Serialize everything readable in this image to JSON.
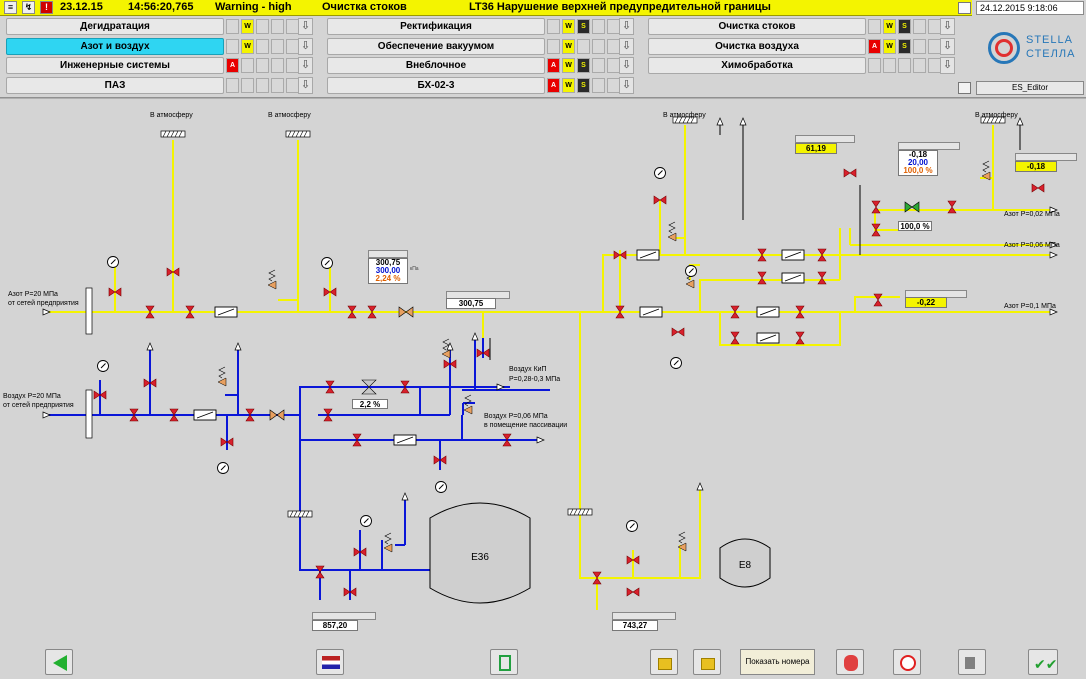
{
  "alarm": {
    "date": "23.12.15",
    "time": "14:56:20,765",
    "severity": "Warning - high",
    "area": "Очистка стоков",
    "message": "LT36 Нарушение верхней предупредительной границы"
  },
  "datetime": "24.12.2015 9:18:06",
  "editor_label": "ES_Editor",
  "logo": {
    "line1": "STELLA",
    "line2": "СТЕЛЛА"
  },
  "nav": {
    "c1": [
      {
        "label": "Дегидратация",
        "status": [
          "y"
        ]
      },
      {
        "label": "Азот и воздух",
        "status": [
          "y"
        ],
        "active": true
      },
      {
        "label": "Инженерные системы",
        "status": [
          "r"
        ]
      },
      {
        "label": "ПАЗ",
        "status": []
      }
    ],
    "c2": [
      {
        "label": "Ректификация",
        "status": [
          "y",
          "k"
        ]
      },
      {
        "label": "Обеспечение вакуумом",
        "status": [
          "y"
        ]
      },
      {
        "label": "Внеблочное",
        "status": [
          "r",
          "y",
          "k"
        ]
      },
      {
        "label": "БХ-02-3",
        "status": [
          "r",
          "y",
          "k"
        ]
      }
    ],
    "c3": [
      {
        "label": "Очистка стоков",
        "status": [
          "y",
          "k"
        ]
      },
      {
        "label": "Очистка воздуха",
        "status": [
          "r",
          "y",
          "k"
        ]
      },
      {
        "label": "Химобработка",
        "status": []
      }
    ]
  },
  "status_letters": {
    "y": "W",
    "r": "A",
    "k": "S"
  },
  "scheme": {
    "atm": "В атмосферу",
    "n2_in_1": "Азот Р=20 МПа",
    "n2_in_2": "от сетей предприятия",
    "air_in_1": "Воздух Р=20 МПа",
    "air_in_2": "от сетей предприятия",
    "kip_1": "Воздух КиП",
    "kip_2": "Р=0,28-0,3 МПа",
    "pass_1": "Воздух Р=0,06 МПа",
    "pass_2": "в помещение пассивации",
    "out_1": "Азот Р=0,02 МПа",
    "out_2": "Азот Р=0,06 МПа",
    "out_3": "Азот Р=0,1 МПа",
    "tank1": "E36",
    "tank2": "E8"
  },
  "values": {
    "p_main": "300,75",
    "p_main_sp": "300,00",
    "p_main_out": "2,24 %",
    "p_main2": "300,75",
    "valve_a": "2,2 %",
    "t_61": "61,19",
    "pid_pv": "-0,18",
    "pid_sp": "20,00",
    "pid_out": "100,0 %",
    "p_right": "-0,18",
    "valve_m": "100,0 %",
    "p_022": "-0,22",
    "e36_p": "857,20",
    "e8_p": "743,27",
    "unit": "кПа"
  },
  "toolbar": {
    "show_numbers": "Показать номера"
  },
  "colors": {
    "alarm_bar": "#f4f400",
    "active_nav": "#2fd5f2",
    "nitrogen_line": "#f4f400",
    "air_line": "#0a16d8",
    "valve_red": "#d8202c"
  }
}
